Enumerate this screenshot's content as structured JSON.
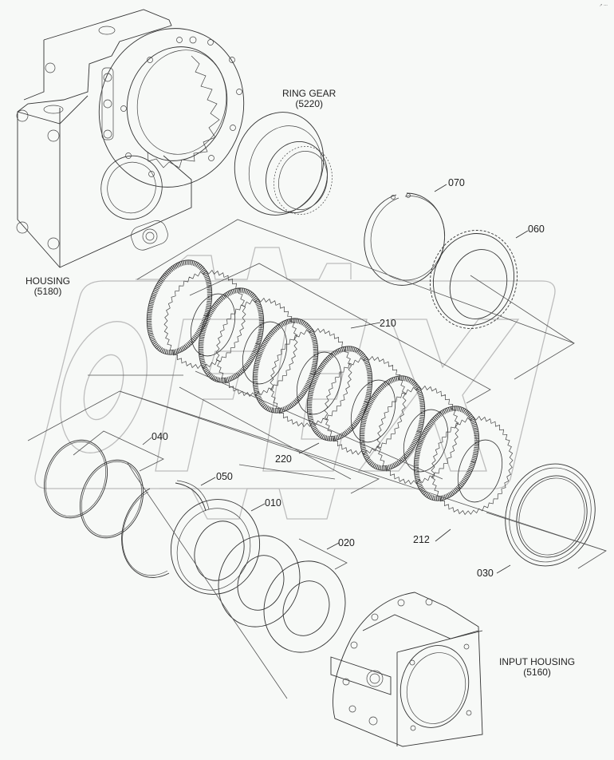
{
  "diagram": {
    "type": "exploded-parts-diagram",
    "watermark": "OFEX",
    "corner_mark": "↗ ---",
    "assemblies": [
      {
        "id": "housing",
        "name": "HOUSING",
        "code": "(5180)"
      },
      {
        "id": "ring_gear",
        "name": "RING GEAR",
        "code": "(5220)"
      },
      {
        "id": "input_housing",
        "name": "INPUT HOUSING",
        "code": "(5160)"
      }
    ],
    "part_callouts": [
      {
        "number": "070",
        "part": "snap-ring"
      },
      {
        "number": "060",
        "part": "toothed-plate"
      },
      {
        "number": "210",
        "part": "clutch-disc-set"
      },
      {
        "number": "220",
        "part": "friction-plate-set"
      },
      {
        "number": "212",
        "part": "end-plate"
      },
      {
        "number": "040",
        "part": "piston-rings"
      },
      {
        "number": "050",
        "part": "retaining-ring"
      },
      {
        "number": "010",
        "part": "piston"
      },
      {
        "number": "020",
        "part": "disc-springs"
      },
      {
        "number": "030",
        "part": "seal-ring"
      }
    ]
  }
}
